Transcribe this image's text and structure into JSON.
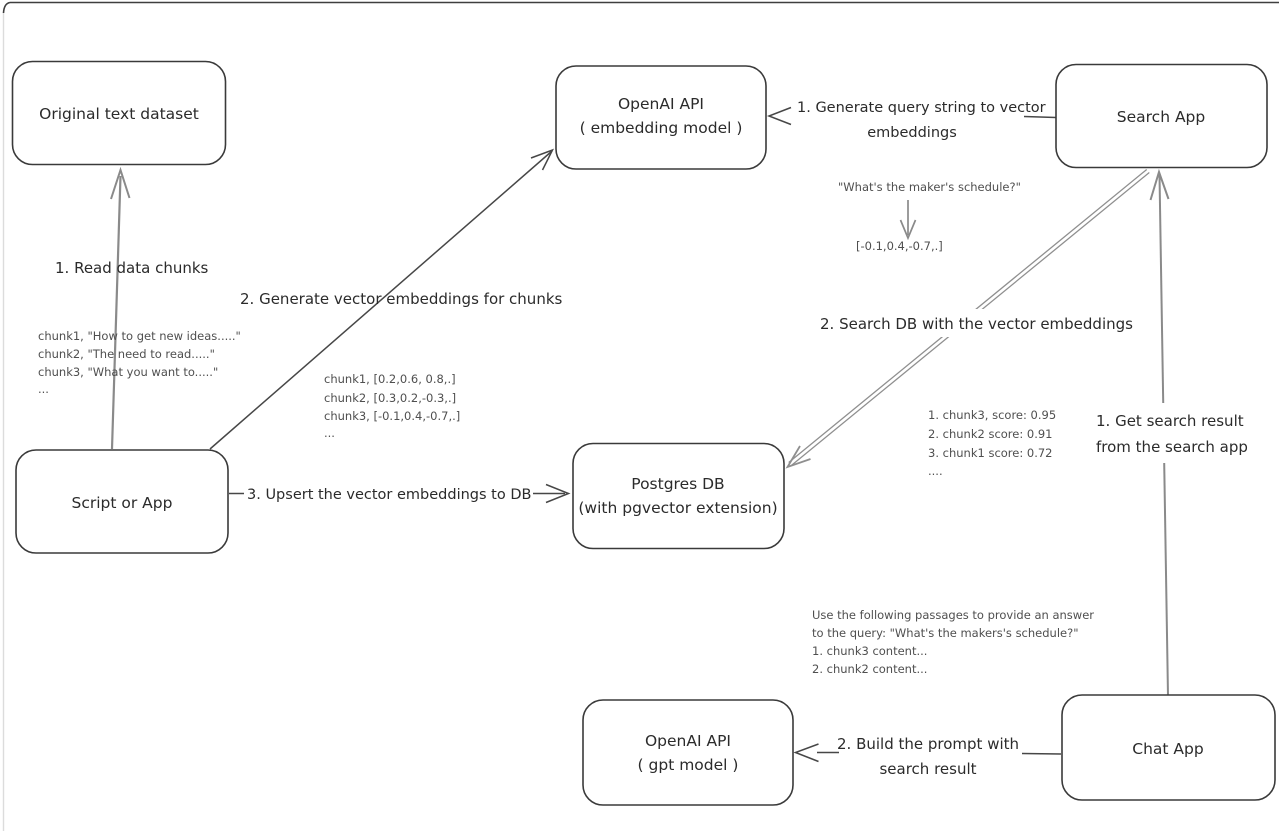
{
  "diagram": {
    "nodes": {
      "original_dataset": {
        "label": "Original text dataset"
      },
      "openai_embedding": {
        "label_line1": "OpenAI API",
        "label_line2": "( embedding model )"
      },
      "search_app": {
        "label": "Search App"
      },
      "script_or_app": {
        "label": "Script or App"
      },
      "postgres_db": {
        "label_line1": "Postgres DB",
        "label_line2": "(with pgvector extension)"
      },
      "openai_gpt": {
        "label_line1": "OpenAI API",
        "label_line2": "( gpt model )"
      },
      "chat_app": {
        "label": "Chat App"
      }
    },
    "edges": {
      "read_chunks": {
        "label": "1. Read data chunks"
      },
      "generate_embeddings": {
        "label": "2. Generate vector embeddings for chunks"
      },
      "upsert_embeddings": {
        "label": "3. Upsert the vector embeddings  to DB"
      },
      "query_to_vector": {
        "label_line1": "1. Generate query string to vector",
        "label_line2": "embeddings"
      },
      "search_db": {
        "label": "2. Search DB with the vector embeddings"
      },
      "get_search_result": {
        "label_line1": "1. Get search result",
        "label_line2": "from the search app"
      },
      "build_prompt": {
        "label_line1": "2. Build the prompt with",
        "label_line2": "search result"
      }
    },
    "annotations": {
      "chunk_texts": {
        "line1": "chunk1, \"How to get new ideas.....\"",
        "line2": "chunk2, \"The need to read.....\"",
        "line3": "chunk3, \"What you want to.....\"",
        "line4": "..."
      },
      "chunk_vectors": {
        "line1": "chunk1, [0.2,0.6, 0.8,.]",
        "line2": "chunk2, [0.3,0.2,-0.3,.]",
        "line3": "chunk3, [-0.1,0.4,-0.7,.]",
        "line4": "..."
      },
      "query_string": "\"What's the maker's schedule?\"",
      "query_vector": "[-0.1,0.4,-0.7,.]",
      "search_scores": {
        "line1": "1. chunk3, score: 0.95",
        "line2": "2. chunk2 score: 0.91",
        "line3": "3. chunk1 score: 0.72",
        "line4": "...."
      },
      "prompt": {
        "line1": "Use the following passages to provide an answer",
        "line2": "to the query: \"What's the makers's schedule?\"",
        "line3": "1. chunk3 content...",
        "line4": "2. chunk2 content..."
      }
    },
    "colors": {
      "stroke_dark": "#3a3a3a",
      "stroke_gray": "#8a8a8a",
      "text_dark": "#2b2b2b",
      "text_gray": "#4f4f4f",
      "background": "#ffffff"
    }
  }
}
